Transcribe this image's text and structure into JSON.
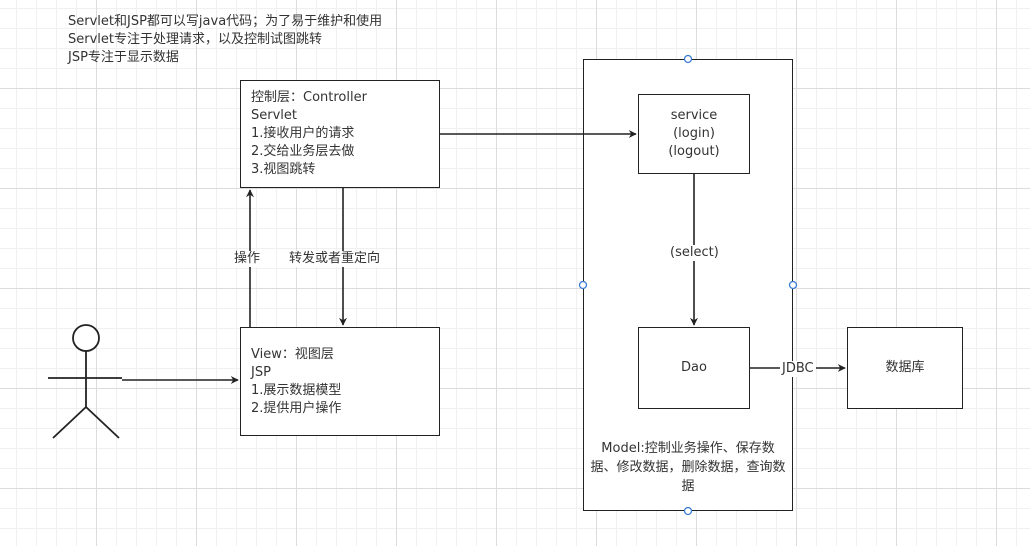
{
  "note": {
    "lines": [
      "Servlet和JSP都可以写java代码；为了易于维护和使用",
      "Servlet专注于处理请求，以及控制试图跳转",
      "JSP专注于显示数据"
    ]
  },
  "controller": {
    "lines": [
      "控制层：Controller",
      "Servlet",
      "1.接收用户的请求",
      "2.交给业务层去做",
      "3.视图跳转"
    ]
  },
  "view": {
    "lines": [
      "View：视图层",
      "JSP",
      "1.展示数据模型",
      "2.提供用户操作"
    ]
  },
  "service": {
    "lines": [
      "service",
      "(login)",
      "(logout)"
    ]
  },
  "dao": {
    "label": "Dao"
  },
  "database": {
    "label": "数据库"
  },
  "model": {
    "text": "Model:控制业务操作、保存数据、修改数据，删除数据，查询数据"
  },
  "edges": {
    "operate": "操作",
    "forward": "转发或者重定向",
    "select": "(select)",
    "jdbc": "JDBC"
  },
  "colors": {
    "stroke": "#222222",
    "handle": "#3a7bd5"
  }
}
